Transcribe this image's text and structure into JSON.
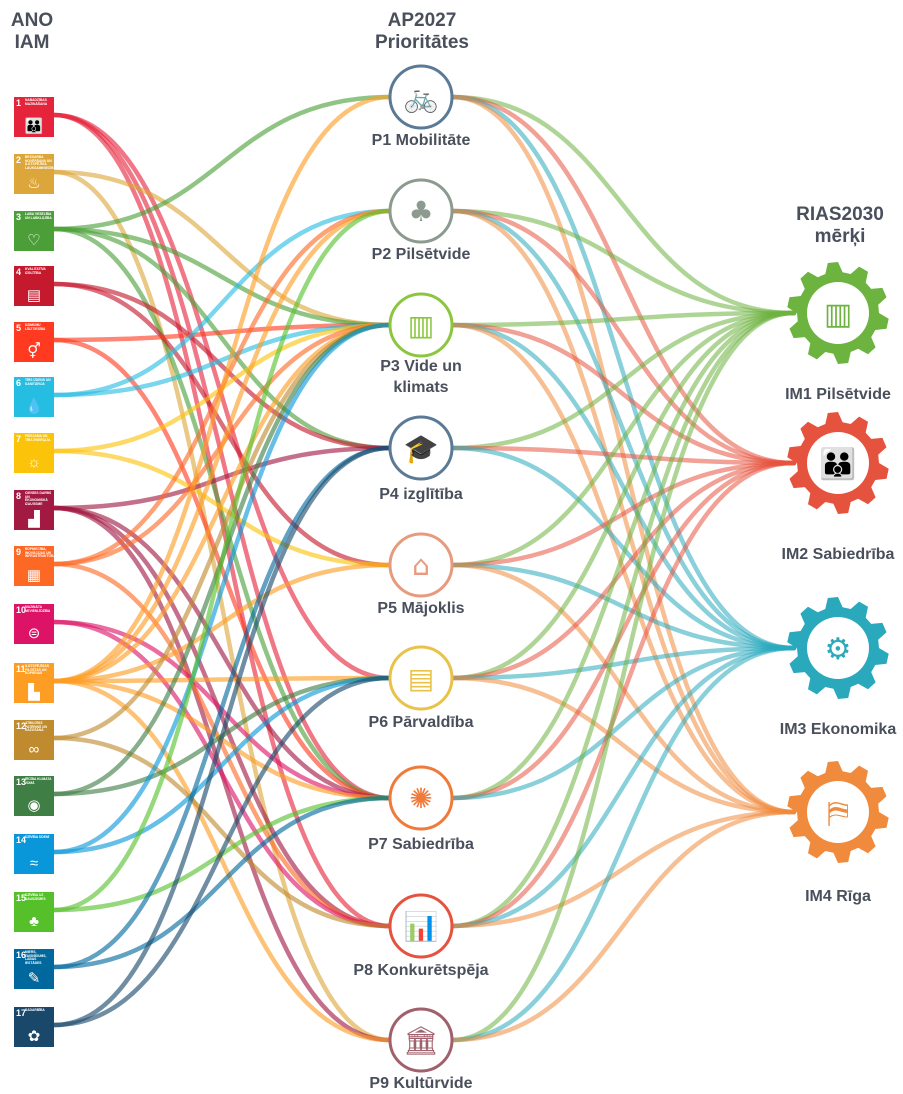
{
  "titles": {
    "left": [
      "ANO",
      "IAM"
    ],
    "middle": [
      "AP2027",
      "Prioritātes"
    ],
    "right": [
      "RIAS2030",
      "mērķi"
    ]
  },
  "sdgs": [
    {
      "num": "1",
      "label": "Nabadzības mazināšana",
      "color": "#e5243b",
      "icon": "family-icon"
    },
    {
      "num": "2",
      "label": "Bezdarba novēršana un ilgtspējīga lauksaimniecība",
      "color": "#dda63a",
      "icon": "bowl-icon"
    },
    {
      "num": "3",
      "label": "Laba veselība un labklājība",
      "color": "#4c9f38",
      "icon": "heartbeat-icon"
    },
    {
      "num": "4",
      "label": "Kvalitatīva izglītība",
      "color": "#c5192d",
      "icon": "book-icon"
    },
    {
      "num": "5",
      "label": "Dzimumu līdztiesība",
      "color": "#ff3a21",
      "icon": "gender-icon"
    },
    {
      "num": "6",
      "label": "Tīrs ūdens un sanitārija",
      "color": "#26bde2",
      "icon": "water-drop-icon"
    },
    {
      "num": "7",
      "label": "Pieejama un tīra enerģija",
      "color": "#fcc30b",
      "icon": "sun-icon"
    },
    {
      "num": "8",
      "label": "Cienīgs darbs un ekonomiskā izaugsme",
      "color": "#a21942",
      "icon": "growth-chart-icon"
    },
    {
      "num": "9",
      "label": "Rūpniecība, inovācijas un infrastruktūra",
      "color": "#fd6925",
      "icon": "cubes-icon"
    },
    {
      "num": "10",
      "label": "Mazināta nevienlīdzība",
      "color": "#dd1367",
      "icon": "equal-icon"
    },
    {
      "num": "11",
      "label": "Ilgtspējīgas pilsētas un kopienas",
      "color": "#fd9d24",
      "icon": "buildings-icon"
    },
    {
      "num": "12",
      "label": "Atbildīgs patēriņš un ražošana",
      "color": "#bf8b2e",
      "icon": "infinity-icon"
    },
    {
      "num": "13",
      "label": "Rīcība klimata jomā",
      "color": "#3f7e44",
      "icon": "eye-globe-icon"
    },
    {
      "num": "14",
      "label": "Dzīvība ūdenī",
      "color": "#0a97d9",
      "icon": "fish-icon"
    },
    {
      "num": "15",
      "label": "Dzīvība uz sauszemes",
      "color": "#56c02b",
      "icon": "tree-icon"
    },
    {
      "num": "16",
      "label": "Miers, taisnīgums, labas iestādes",
      "color": "#00689d",
      "icon": "dove-icon"
    },
    {
      "num": "17",
      "label": "Sadarbība",
      "color": "#19486a",
      "icon": "flower-icon"
    }
  ],
  "priorities": [
    {
      "label": "P1 Mobilitāte",
      "icon": "bicycle-icon",
      "color": "#5b7a96"
    },
    {
      "label": "P2 Pilsētvide",
      "icon": "park-icon",
      "color": "#8c9a8f"
    },
    {
      "label": "P3 Vide un klimats",
      "icon": "green-building-icon",
      "color": "#8cc63f"
    },
    {
      "label": "P4 izglītība",
      "icon": "graduation-cap-icon",
      "color": "#5b7a96"
    },
    {
      "label": "P5 Mājoklis",
      "icon": "house-icon",
      "color": "#e89a7e"
    },
    {
      "label": "P6 Pārvaldība",
      "icon": "hands-city-icon",
      "color": "#e9c24a"
    },
    {
      "label": "P7 Sabiedrība",
      "icon": "people-circle-icon",
      "color": "#ef7a3a"
    },
    {
      "label": "P8 Konkurētspēja",
      "icon": "bar-growth-icon",
      "color": "#e5533f"
    },
    {
      "label": "P9 Kultūrvide",
      "icon": "museum-icon",
      "color": "#a0616c"
    }
  ],
  "goals": [
    {
      "label": "IM1 Pilsētvide",
      "color": "#6db33f",
      "icon": "city-gear-icon"
    },
    {
      "label": "IM2 Sabiedrība",
      "color": "#e5533f",
      "icon": "family-gear-icon"
    },
    {
      "label": "IM3 Ekonomika",
      "color": "#2aa9bd",
      "icon": "economy-gear-icon"
    },
    {
      "label": "IM4 Rīga",
      "color": "#f08a3c",
      "icon": "riga-map-gear-icon"
    }
  ],
  "sdg_links": [
    [
      0,
      [
        5,
        6,
        7
      ]
    ],
    [
      1,
      [
        2,
        8
      ]
    ],
    [
      2,
      [
        0,
        2,
        3,
        6
      ]
    ],
    [
      3,
      [
        3,
        4
      ]
    ],
    [
      4,
      [
        2,
        6
      ]
    ],
    [
      5,
      [
        1,
        2
      ]
    ],
    [
      6,
      [
        2,
        4
      ]
    ],
    [
      7,
      [
        3,
        6,
        7,
        8
      ]
    ],
    [
      8,
      [
        1,
        2,
        7
      ]
    ],
    [
      9,
      [
        6,
        7
      ]
    ],
    [
      10,
      [
        0,
        1,
        2,
        4,
        5,
        6,
        8
      ]
    ],
    [
      11,
      [
        2,
        7
      ]
    ],
    [
      12,
      [
        2,
        5
      ]
    ],
    [
      13,
      [
        2,
        5
      ]
    ],
    [
      14,
      [
        1,
        6
      ]
    ],
    [
      15,
      [
        3,
        6
      ]
    ],
    [
      16,
      [
        3,
        5
      ]
    ]
  ],
  "priority_links": [
    [
      0,
      [
        0,
        1,
        2,
        3
      ]
    ],
    [
      1,
      [
        0,
        1,
        2,
        3
      ]
    ],
    [
      2,
      [
        0,
        1,
        2,
        3
      ]
    ],
    [
      3,
      [
        0,
        1,
        2
      ]
    ],
    [
      4,
      [
        0,
        1,
        2,
        3
      ]
    ],
    [
      5,
      [
        0,
        1,
        2,
        3
      ]
    ],
    [
      6,
      [
        0,
        1,
        2
      ]
    ],
    [
      7,
      [
        0,
        1,
        2,
        3
      ]
    ],
    [
      8,
      [
        0,
        2,
        3
      ]
    ]
  ]
}
